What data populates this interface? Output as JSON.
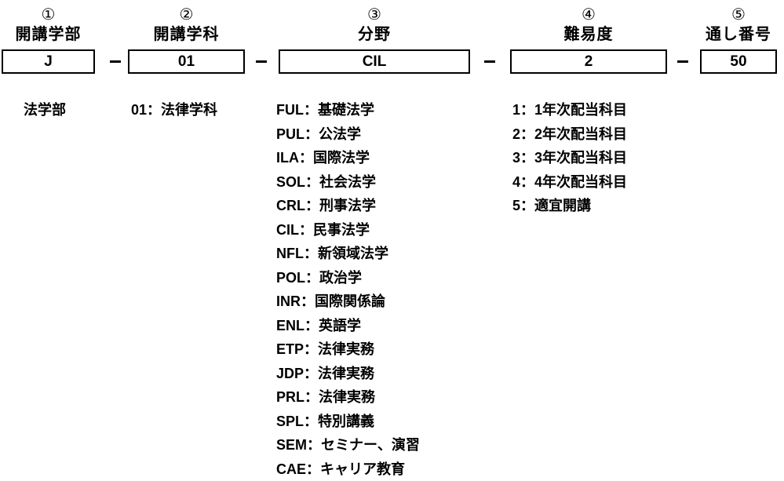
{
  "code_diagram": {
    "segments": [
      {
        "index": "①",
        "label": "開講学部",
        "value": "J"
      },
      {
        "index": "②",
        "label": "開講学科",
        "value": "01"
      },
      {
        "index": "③",
        "label": "分野",
        "value": "CIL"
      },
      {
        "index": "④",
        "label": "難易度",
        "value": "2"
      },
      {
        "index": "⑤",
        "label": "通し番号",
        "value": "50"
      }
    ],
    "separator": "−"
  },
  "legend": {
    "faculty": "法学部",
    "department": "01：法律学科",
    "field_items": [
      "FUL：基礎法学",
      "PUL：公法学",
      "ILA：国際法学",
      "SOL：社会法学",
      "CRL：刑事法学",
      "CIL：民事法学",
      "NFL：新領域法学",
      "POL：政治学",
      "INR：国際関係論",
      "ENL：英語学",
      "ETP：法律実務",
      "JDP：法律実務",
      "PRL：法律実務",
      "SPL：特別講義",
      "SEM：セミナー、演習",
      "CAE：キャリア教育"
    ],
    "level_items": [
      "1：1年次配当科目",
      "2：2年次配当科目",
      "3：3年次配当科目",
      "4：4年次配当科目",
      "5：適宜開講"
    ]
  },
  "colors": {
    "text": "#000000",
    "background": "#ffffff",
    "box_border": "#000000"
  }
}
